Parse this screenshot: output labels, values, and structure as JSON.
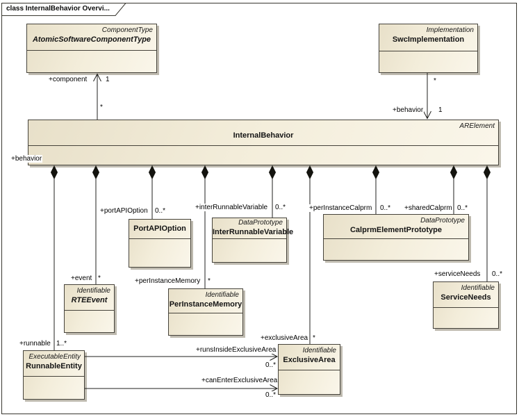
{
  "diagram": {
    "tab_title": "class InternalBehavior Overvi..."
  },
  "colors": {
    "box_fill_dark": "#e8e0c9",
    "box_fill_light": "#faf6ea",
    "box_border": "#45423a",
    "box_shadow": "#a8a394",
    "line": "#1f1f1c",
    "canvas": "#ffffff"
  },
  "classes": {
    "atomic_software_component_type": {
      "stereotype": "ComponentType",
      "name": "AtomicSoftwareComponentType"
    },
    "swc_implementation": {
      "stereotype": "Implementation",
      "name": "SwcImplementation"
    },
    "internal_behavior": {
      "stereotype": "ARElement",
      "name": "InternalBehavior"
    },
    "port_api_option": {
      "name": "PortAPIOption"
    },
    "inter_runnable_variable": {
      "stereotype": "DataPrototype",
      "name": "InterRunnableVariable"
    },
    "calprm_element_prototype": {
      "stereotype": "DataPrototype",
      "name": "CalprmElementPrototype"
    },
    "rte_event": {
      "stereotype": "Identifiable",
      "name": "RTEEvent"
    },
    "per_instance_memory": {
      "stereotype": "Identifiable",
      "name": "PerInstanceMemory"
    },
    "service_needs": {
      "stereotype": "Identifiable",
      "name": "ServiceNeeds"
    },
    "runnable_entity": {
      "stereotype": "ExecutableEntity",
      "name": "RunnableEntity"
    },
    "exclusive_area": {
      "stereotype": "Identifiable",
      "name": "ExclusiveArea"
    }
  },
  "labels": {
    "behavior_edge": "+behavior",
    "component_role": "+component",
    "component_mult": "1",
    "component_src_mult": "*",
    "swc_src_mult": "*",
    "behavior_role": "+behavior",
    "behavior_mult": "1",
    "port_api_option_role": "+portAPIOption",
    "port_api_option_mult": "0..*",
    "inter_runnable_variable_role": "+interRunnableVariable",
    "inter_runnable_variable_mult": "0..*",
    "per_instance_calprm_role": "+perInstanceCalprm",
    "per_instance_calprm_mult": "0..*",
    "shared_calprm_role": "+sharedCalprm",
    "shared_calprm_mult": "0..*",
    "event_role": "+event",
    "event_mult": "*",
    "per_instance_memory_role": "+perInstanceMemory",
    "per_instance_memory_mult": "*",
    "service_needs_role": "+serviceNeeds",
    "service_needs_mult": "0..*",
    "exclusive_area_role": "+exclusiveArea",
    "exclusive_area_mult": "*",
    "runnable_role": "+runnable",
    "runnable_mult": "1..*",
    "runs_inside_role": "+runsInsideExclusiveArea",
    "runs_inside_mult": "0..*",
    "can_enter_role": "+canEnterExclusiveArea",
    "can_enter_mult": "0..*"
  }
}
